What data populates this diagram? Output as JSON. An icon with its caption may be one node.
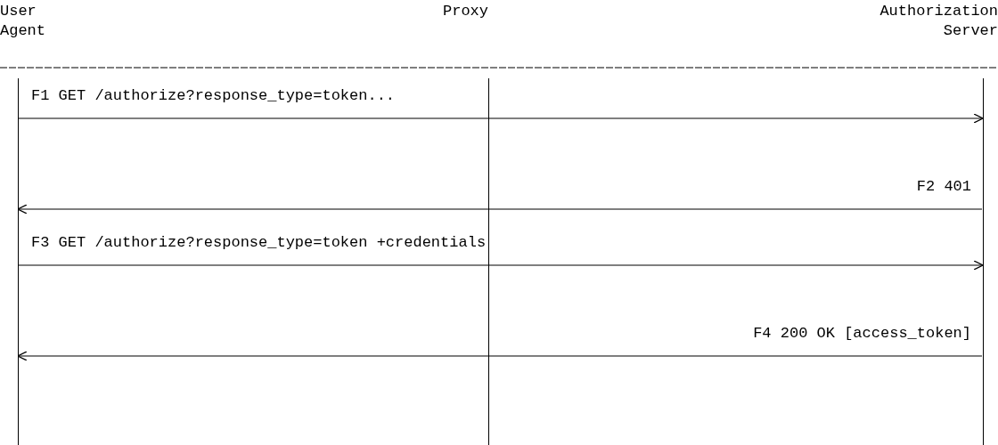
{
  "diagram": {
    "nodes": [
      {
        "text": [
          "User Agent"
        ]
      },
      {
        "text": [
          "Proxy"
        ]
      },
      {
        "text": [
          "Authorization Server"
        ]
      }
    ],
    "edges": [
      {
        "from": 0,
        "to": 2,
        "arrow": "to",
        "label": "F1 GET /authorize?response_type=token..."
      },
      {
        "from": 2,
        "to": 0,
        "arrow": "to",
        "label": "F2 401"
      },
      {
        "from": 0,
        "to": 2,
        "arrow": "to",
        "label": "F3 GET /authorize?response_type=token +credentials"
      },
      {
        "from": 2,
        "to": 0,
        "arrow": "to",
        "label": "F4 200 OK [access_token]"
      }
    ]
  }
}
